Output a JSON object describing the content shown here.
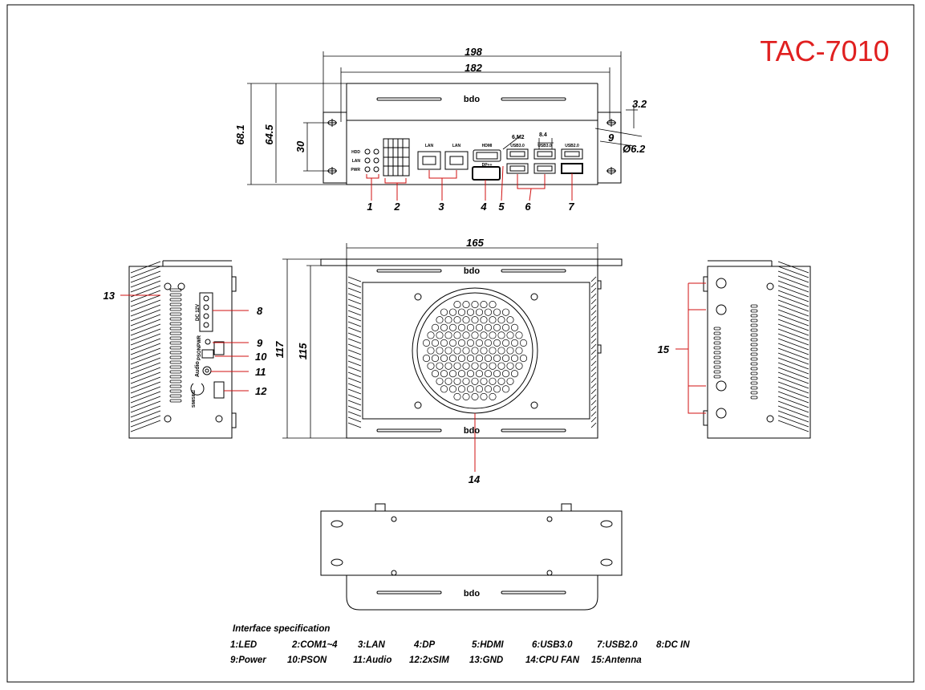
{
  "model": "TAC-7010",
  "colors": {
    "accent": "#e02020",
    "ink": "#000000",
    "leader": "#d01010"
  },
  "logo": "bdo",
  "front_view": {
    "dims": {
      "overall_width": "198",
      "hole_pitch": "182",
      "height_outer": "68.1",
      "height_body": "64.5",
      "slot_pitch": "30",
      "tab_thickness": "3.2",
      "slot_width": "9",
      "hole_diameter": "Ø6.2",
      "usb_gap": "8.4",
      "hdmi_offset": "6.M2"
    },
    "led_labels": [
      "HDD",
      "LAN",
      "PWR"
    ],
    "port_labels": {
      "lan1": "LAN",
      "lan2": "LAN",
      "hdmi": "HDMI",
      "dp": "DP++",
      "usb3a": "USB3.0",
      "usb3b": "USB3.0",
      "usb2": "USB2.0"
    },
    "callouts": [
      "1",
      "2",
      "3",
      "4",
      "5",
      "6",
      "7"
    ]
  },
  "top_view": {
    "dims": {
      "length": "165",
      "depth_outer": "117",
      "depth_body": "115"
    },
    "callouts": [
      "14"
    ]
  },
  "left_view": {
    "labels": {
      "dc": "DC 12V",
      "pwr": "PWR",
      "pson": "PSON",
      "audio": "Audio",
      "sim": "SIM/SIM2"
    },
    "callouts": [
      "13",
      "8",
      "9",
      "10",
      "11",
      "12"
    ]
  },
  "right_view": {
    "callouts": [
      "15"
    ]
  },
  "spec": {
    "heading": "Interface specification",
    "row1": [
      "1:LED",
      "2:COM1~4",
      "3:LAN",
      "4:DP",
      "5:HDMI",
      "6:USB3.0",
      "7:USB2.0",
      "8:DC IN"
    ],
    "row2": [
      "9:Power",
      "10:PSON",
      "11:Audio",
      "12:2xSIM",
      "13:GND",
      "14:CPU FAN",
      "15:Antenna"
    ]
  }
}
